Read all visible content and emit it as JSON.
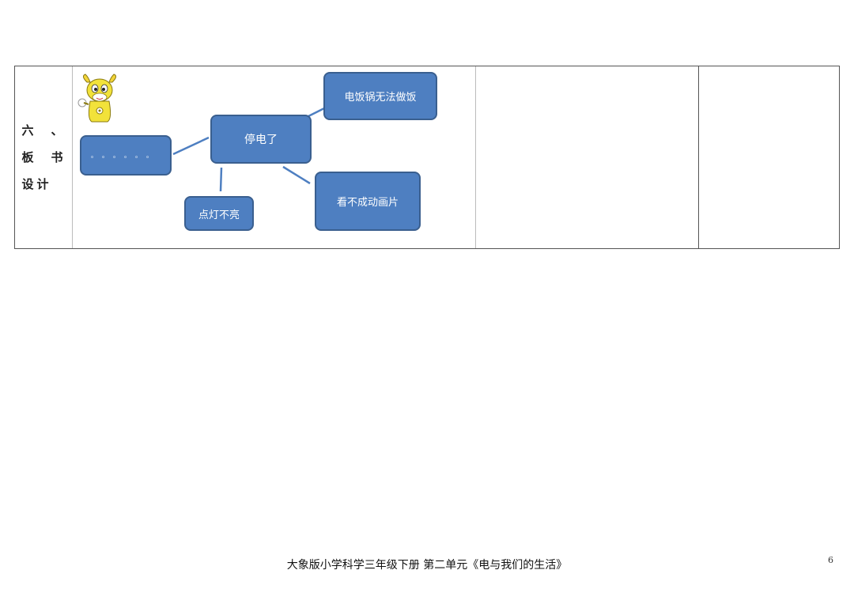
{
  "table": {
    "section_label": "六、板书设计"
  },
  "diagram": {
    "left_node": "。。。。。。",
    "center_node": "停电了",
    "top_right_node": "电饭锅无法做饭",
    "bottom_right_node": "看不成动画片",
    "bottom_node": "点灯不亮",
    "node_color": "#4e7fc1",
    "node_border_color": "#3a5f8f",
    "connector_color": "#4e7fc1"
  },
  "mascot": {
    "icon": "cartoon-cow-mascot-icon"
  },
  "footer": {
    "title": "大象版小学科学三年级下册  第二单元《电与我们的生活》",
    "page_number": "6"
  }
}
